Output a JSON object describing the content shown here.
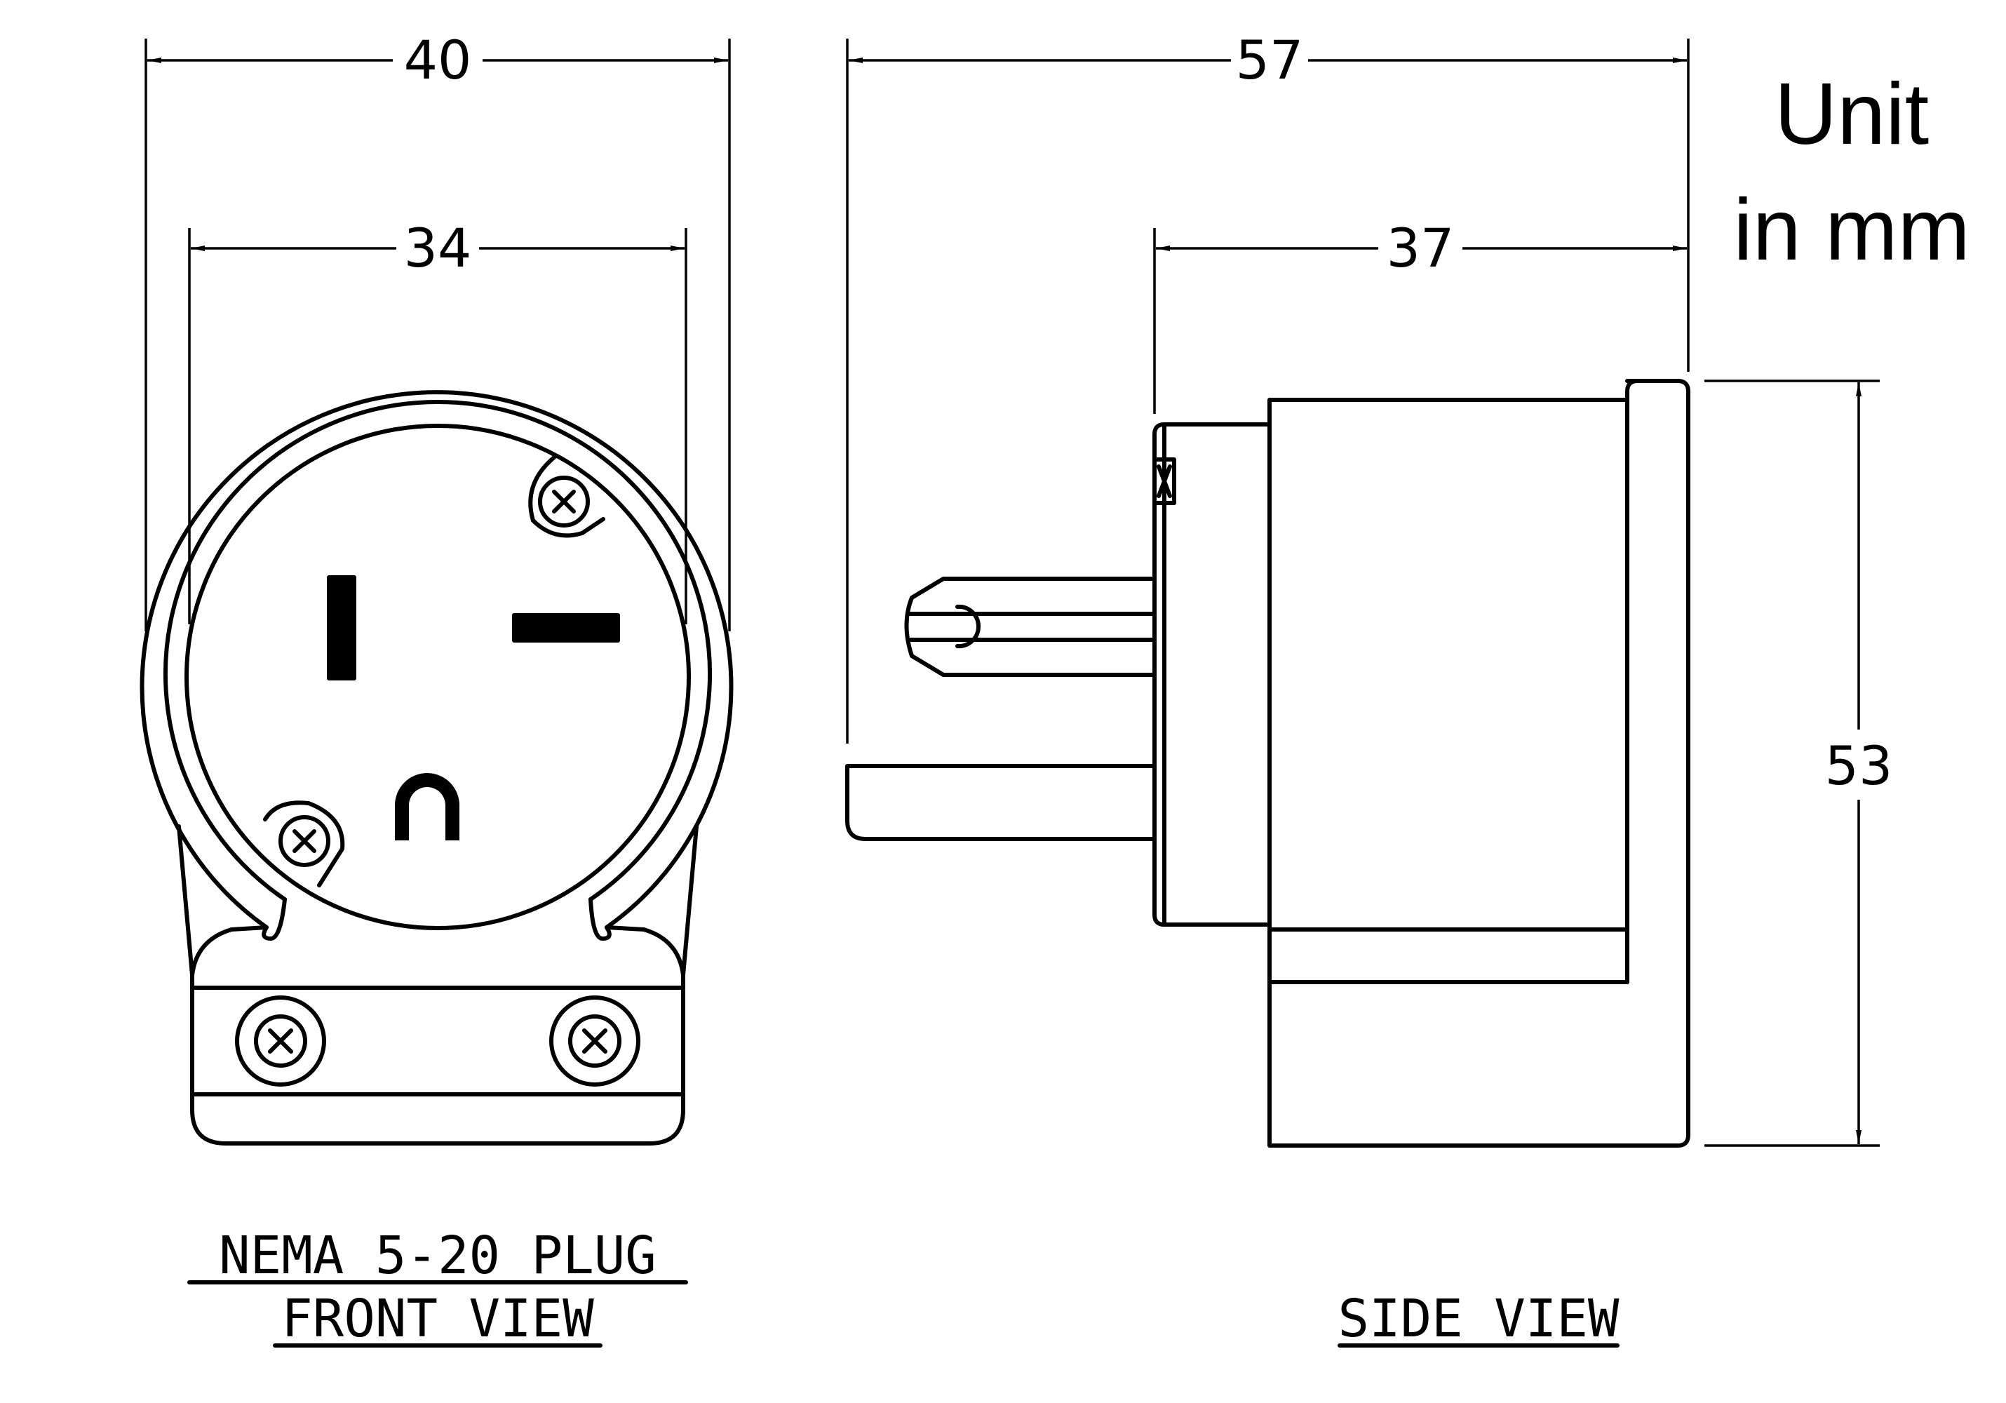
{
  "dimensions": {
    "front_overall_width": "40",
    "front_inner_width": "34",
    "side_overall_length": "57",
    "side_body_length": "37",
    "side_height": "53"
  },
  "unit_note": {
    "line1": "Unit",
    "line2": "in mm"
  },
  "front_view_caption": {
    "line1": "NEMA 5-20 PLUG",
    "line2": "FRONT VIEW"
  },
  "side_view_caption": "SIDE VIEW"
}
